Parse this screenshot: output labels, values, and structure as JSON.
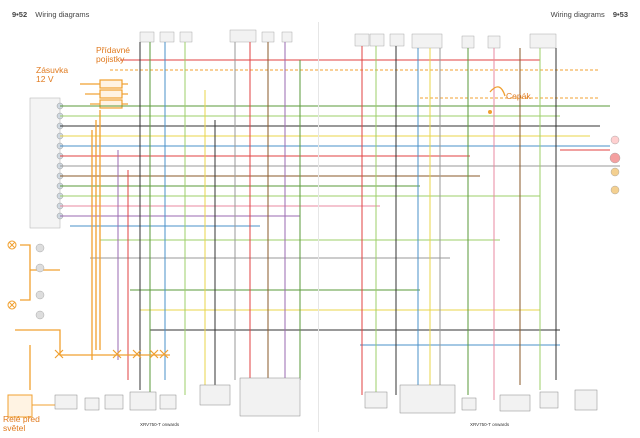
{
  "header": {
    "left": {
      "page": "9•52",
      "title": "Wiring diagrams"
    },
    "right": {
      "title": "Wiring diagrams",
      "page": "9•53"
    }
  },
  "annotations": {
    "socket": "Zásuvka\n12 V",
    "extra_fuses": "Přídavné\npojistky",
    "relay": "Relé před\nsvětel",
    "connector": "Cepák"
  },
  "captions": {
    "left_model": "XRV750-T onwards",
    "right_model": "XRV750-T onwards"
  },
  "colors": {
    "annotation": "#e07a1e",
    "wire_orange": "#f0a030",
    "wire_green": "#5a9a3a",
    "wire_lightgreen": "#9ccf6a",
    "wire_black": "#333333",
    "wire_red": "#e04040",
    "wire_blue": "#4a90c8",
    "wire_yellow": "#e8d44a",
    "wire_grey": "#999999",
    "wire_brown": "#8a5a2a",
    "wire_pink": "#e88aa0",
    "wire_purple": "#9a6ab0"
  }
}
